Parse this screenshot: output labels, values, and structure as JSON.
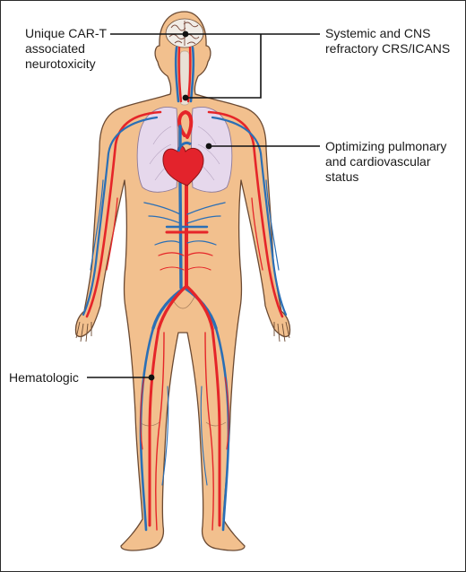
{
  "labels": {
    "neurotoxicity": "Unique CAR-T\nassociated\nneurotoxicity",
    "systemic": "Systemic and CNS\nrefractory CRS/ICANS",
    "pulmonary": "Optimizing pulmonary\nand cardiovascular\nstatus",
    "hematologic": "Hematologic"
  },
  "colors": {
    "skin": "#f2c08e",
    "skin_outline": "#6b4a33",
    "artery": "#e52529",
    "vein": "#2a6fb6",
    "lung": "#e6d8ec",
    "heart": "#e3232c",
    "brain": "#f1ece6",
    "leader_line": "#111111"
  }
}
